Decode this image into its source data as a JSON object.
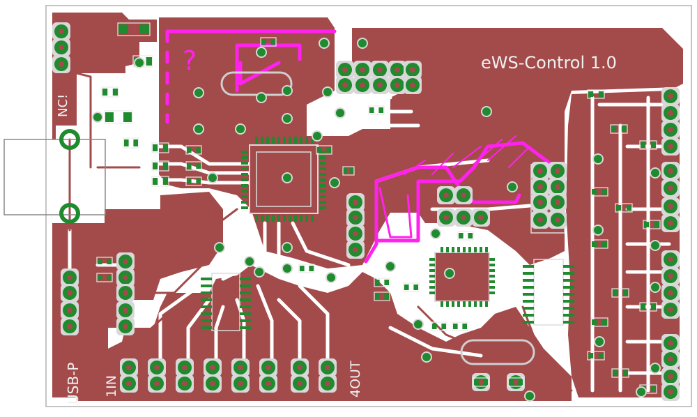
{
  "board": {
    "colors": {
      "background": "#ffffff",
      "outline": "#b0b0b0",
      "copper": "#a34a4a",
      "pad": "#1f8a2e",
      "pad_ring": "#d8d8d8",
      "silkscreen": "#e8e8e8",
      "highlight": "#ff22ee"
    },
    "silk_labels": {
      "title": "eWS-Control 1.0",
      "nc": "NC!",
      "usb": "USB-P",
      "in": "1IN",
      "out": "4OUT",
      "question": "?"
    }
  }
}
